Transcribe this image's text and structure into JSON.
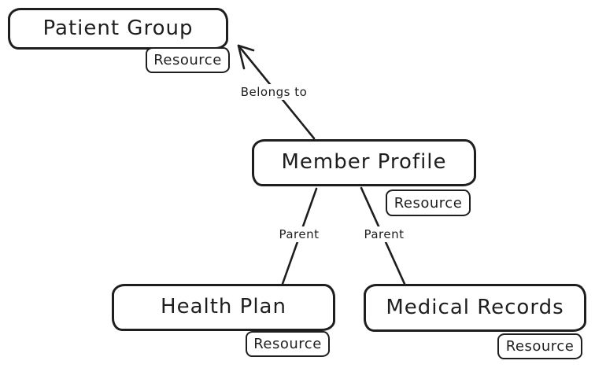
{
  "diagram": {
    "background_color": "#ffffff",
    "stroke_color": "#1e1e1e",
    "nodes": [
      {
        "label": "Patient Group",
        "badge": "Resource"
      },
      {
        "label": "Member Profile",
        "badge": "Resource"
      },
      {
        "label": "Health Plan",
        "badge": "Resource"
      },
      {
        "label": "Medical Records",
        "badge": "Resource"
      }
    ],
    "edges": [
      {
        "label": "Belongs to",
        "from": "Member Profile",
        "to": "Patient Group",
        "type": "arrow"
      },
      {
        "label": "Parent",
        "from": "Health Plan",
        "to": "Member Profile",
        "type": "line"
      },
      {
        "label": "Parent",
        "from": "Medical Records",
        "to": "Member Profile",
        "type": "line"
      }
    ]
  }
}
